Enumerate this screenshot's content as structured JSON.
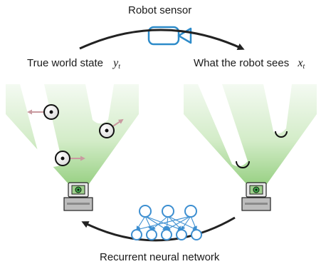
{
  "labels": {
    "top": "Robot sensor",
    "left_text": "True world state",
    "left_var": "y",
    "left_sub": "t",
    "right_text": "What the robot sees",
    "right_var": "x",
    "right_sub": "t",
    "bottom": "Recurrent neural network"
  },
  "colors": {
    "cone_light": "#f4faf2",
    "cone_mid": "#d3ecc8",
    "cone_dark": "#95cf80",
    "wall": "#ffffff",
    "sensor_blue": "#2d8bc9",
    "network_blue": "#3d8fd1",
    "robot_gray": "#8a8a8a",
    "robot_green": "#3db04a",
    "arrow": "#222222",
    "motion_arrow": "#c99aa0"
  },
  "icons": [
    "camera-icon",
    "robot-icon",
    "neural-network-icon",
    "ball-icon"
  ]
}
